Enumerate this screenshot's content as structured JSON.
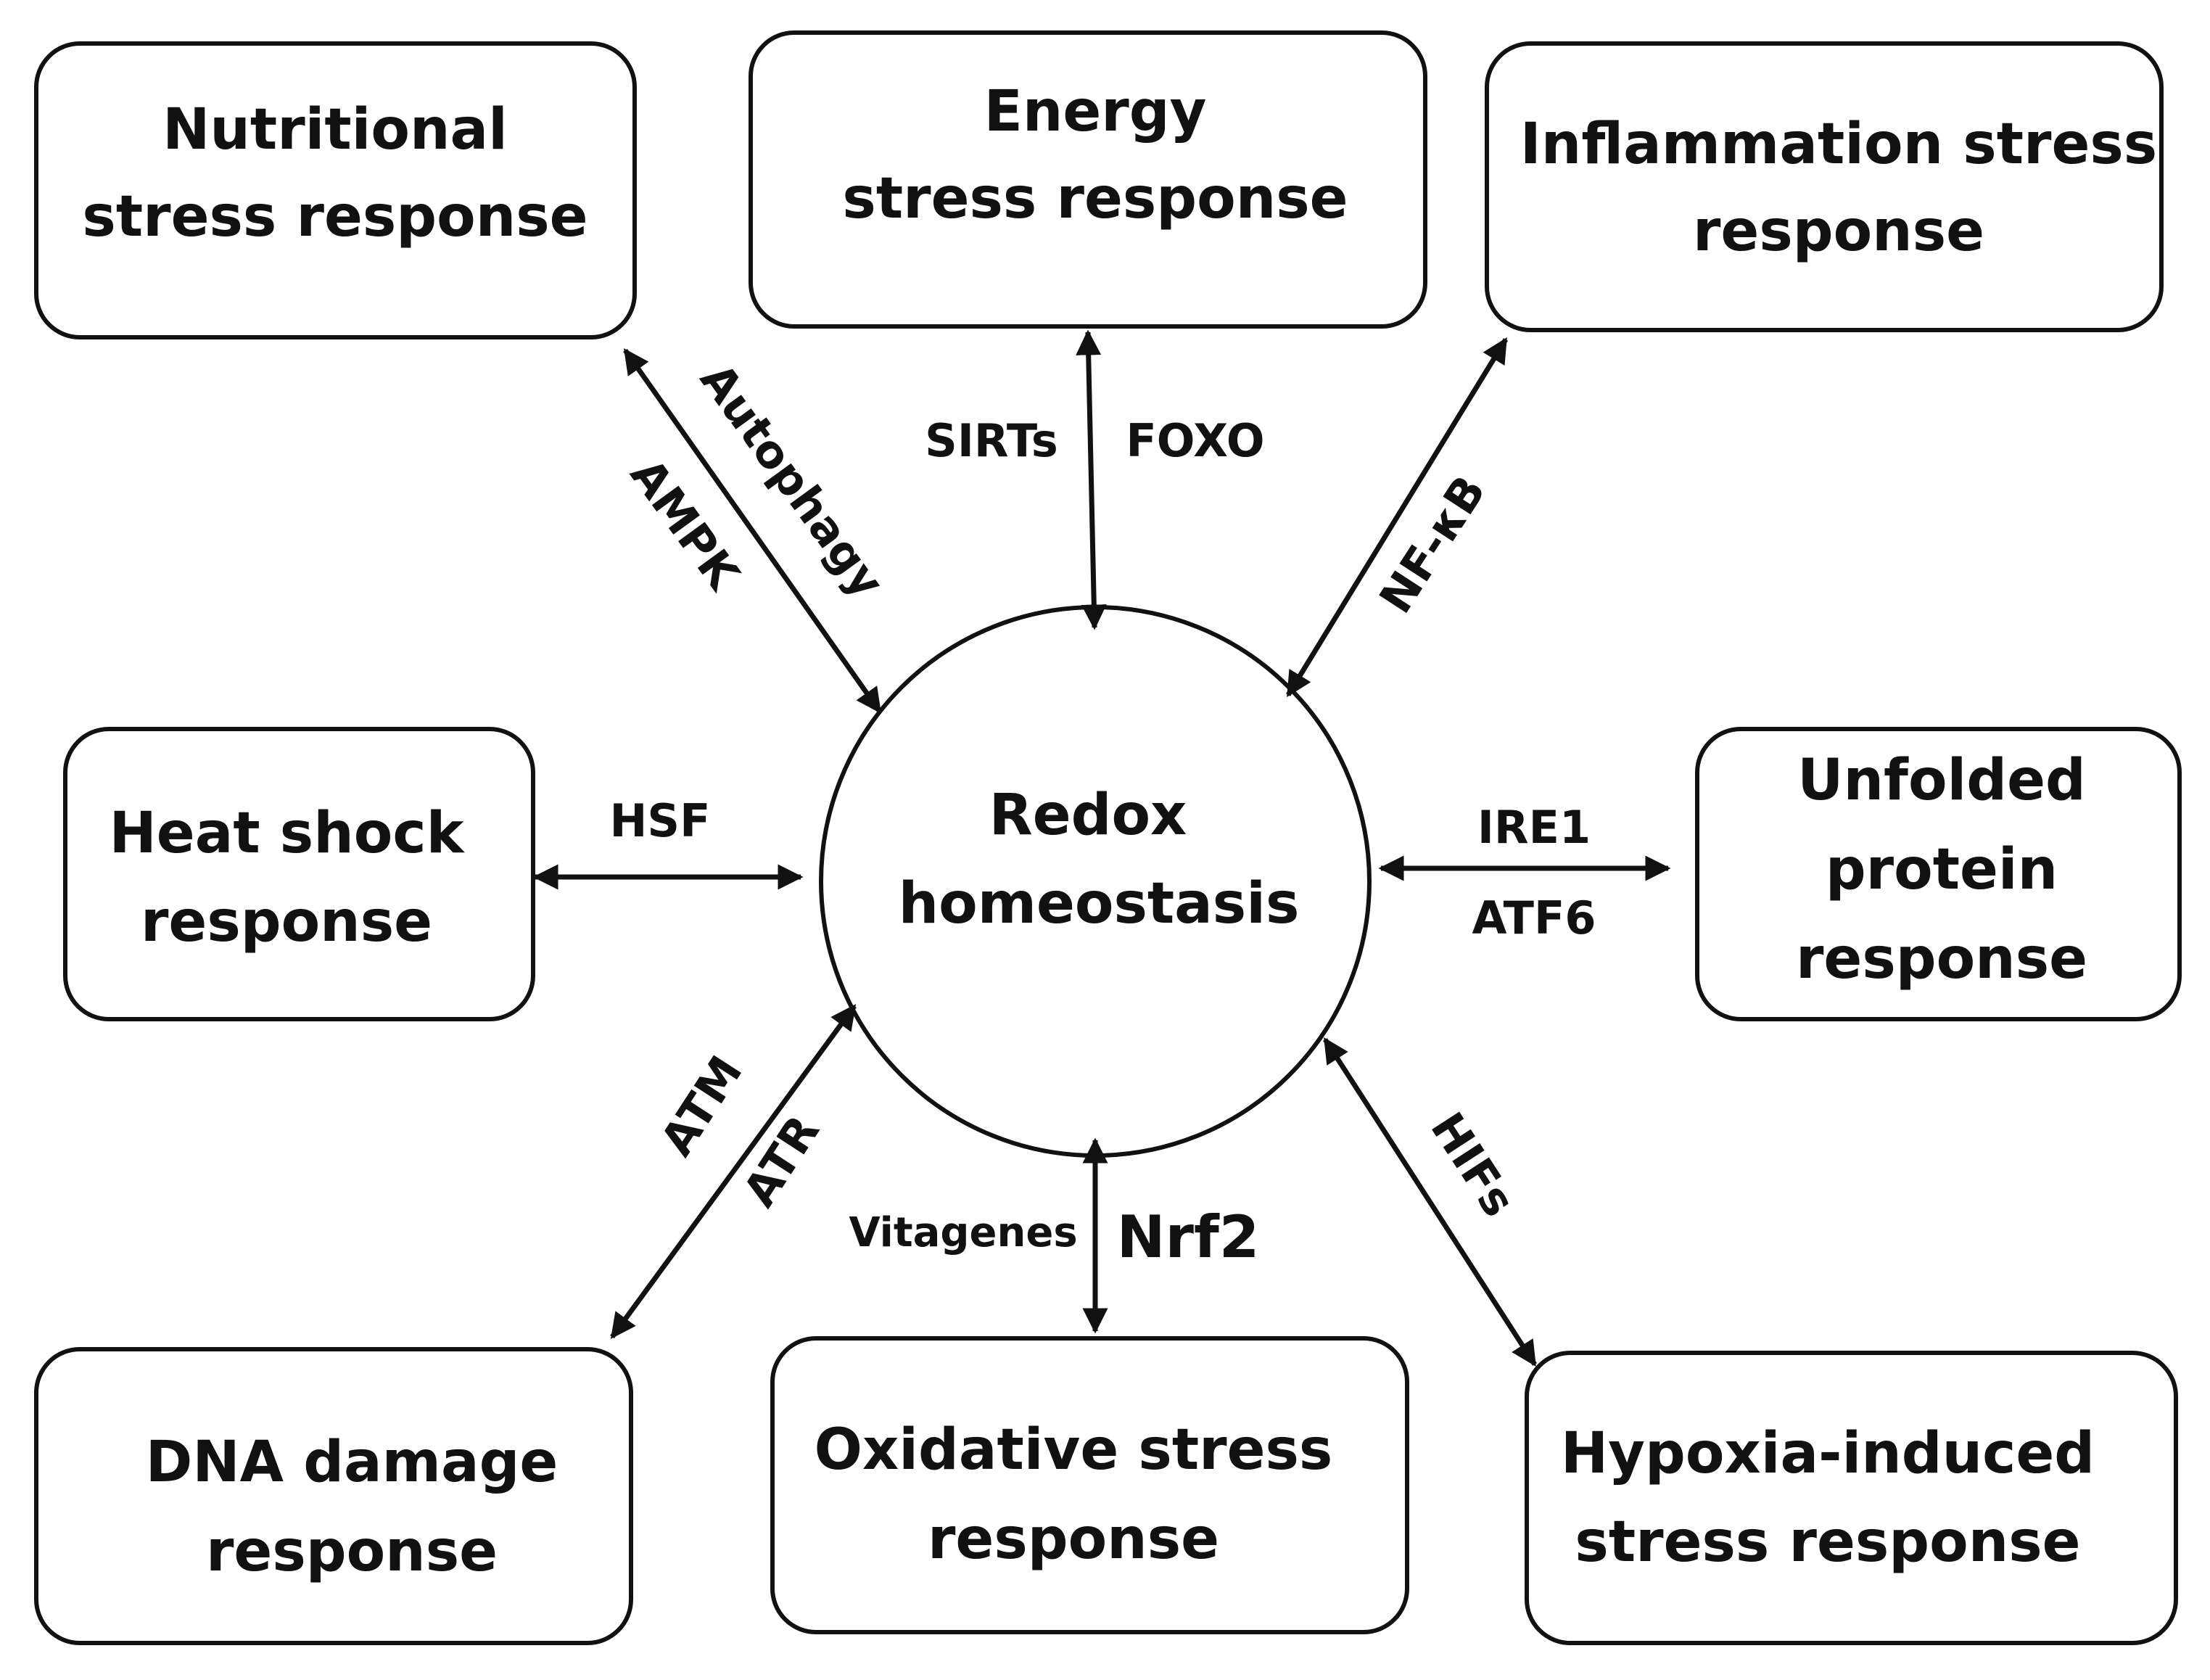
{
  "center": {
    "line1": "Redox",
    "line2": "homeostasis"
  },
  "boxes": {
    "nutritional": {
      "line1": "Nutritional",
      "line2": "stress response"
    },
    "energy": {
      "line1": "Energy",
      "line2": "stress response"
    },
    "inflammation": {
      "line1": "Inflammation stress",
      "line2": "response"
    },
    "heat_shock": {
      "line1": "Heat shock",
      "line2": "response"
    },
    "unfolded_protein": {
      "line1": "Unfolded",
      "line2": "protein",
      "line3": "response"
    },
    "dna_damage": {
      "line1": "DNA damage",
      "line2": "response"
    },
    "oxidative": {
      "line1": "Oxidative stress",
      "line2": "response"
    },
    "hypoxia": {
      "line1": "Hypoxia-induced",
      "line2": "stress response"
    }
  },
  "labels": {
    "autophagy": "Autophagy",
    "ampk": "AMPK",
    "sirts": "SIRTs",
    "foxo": "FOXO",
    "nfkb": "NF-κB",
    "hsf": "HSF",
    "ire1": "IRE1",
    "atf6": "ATF6",
    "atm": "ATM",
    "atr": "ATR",
    "vitagenes": "Vitagenes",
    "nrf2": "Nrf2",
    "hifs": "HIFs"
  },
  "colors": {
    "stroke": "#111111",
    "background": "#ffffff"
  }
}
